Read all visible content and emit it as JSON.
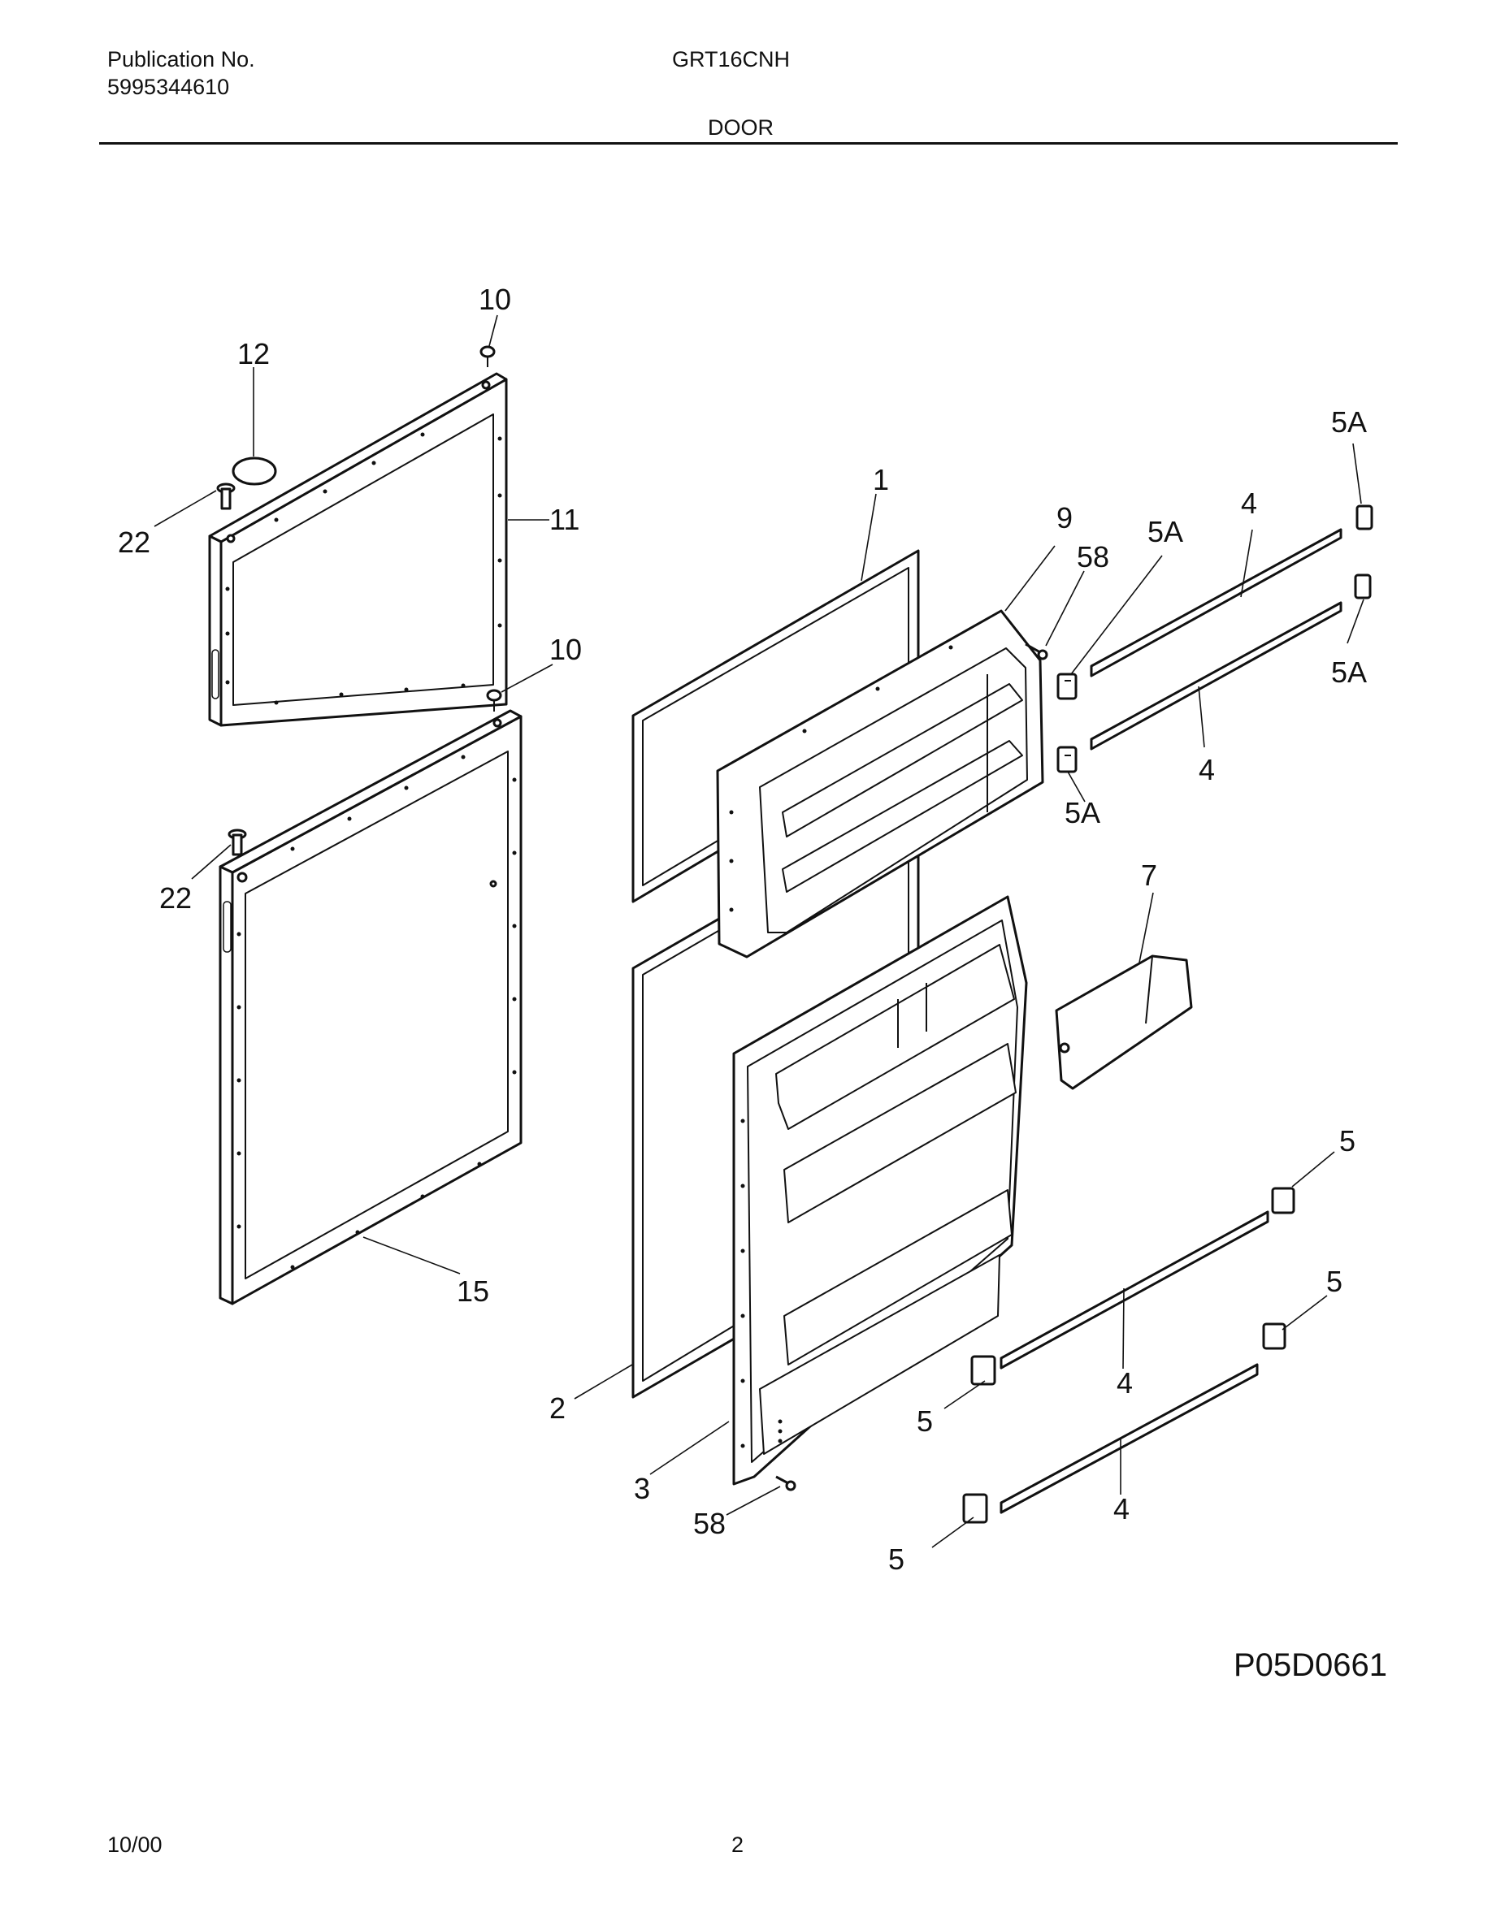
{
  "header": {
    "publication_label": "Publication No.",
    "publication_number": "5995344610",
    "model": "GRT16CNH",
    "section_title": "DOOR"
  },
  "diagram": {
    "callouts": {
      "c10a": "10",
      "c12": "12",
      "c22a": "22",
      "c11": "11",
      "c10b": "10",
      "c22b": "22",
      "c15": "15",
      "c1": "1",
      "c9": "9",
      "c58a": "58",
      "c5Atop": "5A",
      "c4a": "4",
      "c5Amid": "5A",
      "c5Aright": "5A",
      "c4b": "4",
      "c5Alow": "5A",
      "c7": "7",
      "c5a": "5",
      "c5b": "5",
      "c4c": "4",
      "c5c": "5",
      "c4d": "4",
      "c5d": "5",
      "c2": "2",
      "c3": "3",
      "c58b": "58"
    },
    "figure_code": "P05D0661"
  },
  "footer": {
    "date": "10/00",
    "page": "2"
  }
}
